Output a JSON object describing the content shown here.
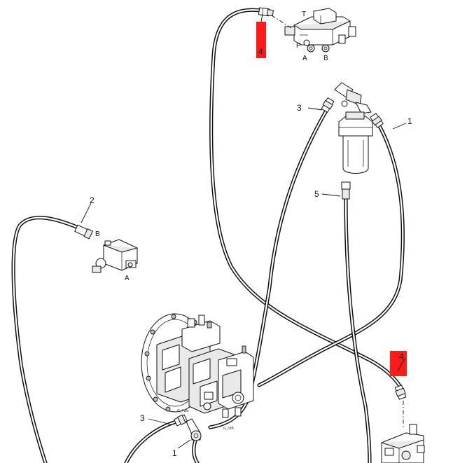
{
  "callouts": {
    "c1_right": "1",
    "c1_bottom": "1",
    "c2": "2",
    "c3_top": "3",
    "c3_bottom": "3",
    "c5": "5"
  },
  "markers": {
    "top_left": "4",
    "right": "4",
    "color": "#ff1a1a"
  },
  "valve_block": {
    "port_t": "T",
    "port_p": "P",
    "port_a": "A",
    "port_b": "B"
  },
  "small_valve": {
    "port_b": "B",
    "port_a": "A"
  },
  "pump": {
    "label_fahr": "G_Fahr",
    "label_vib": "G_VIB"
  }
}
